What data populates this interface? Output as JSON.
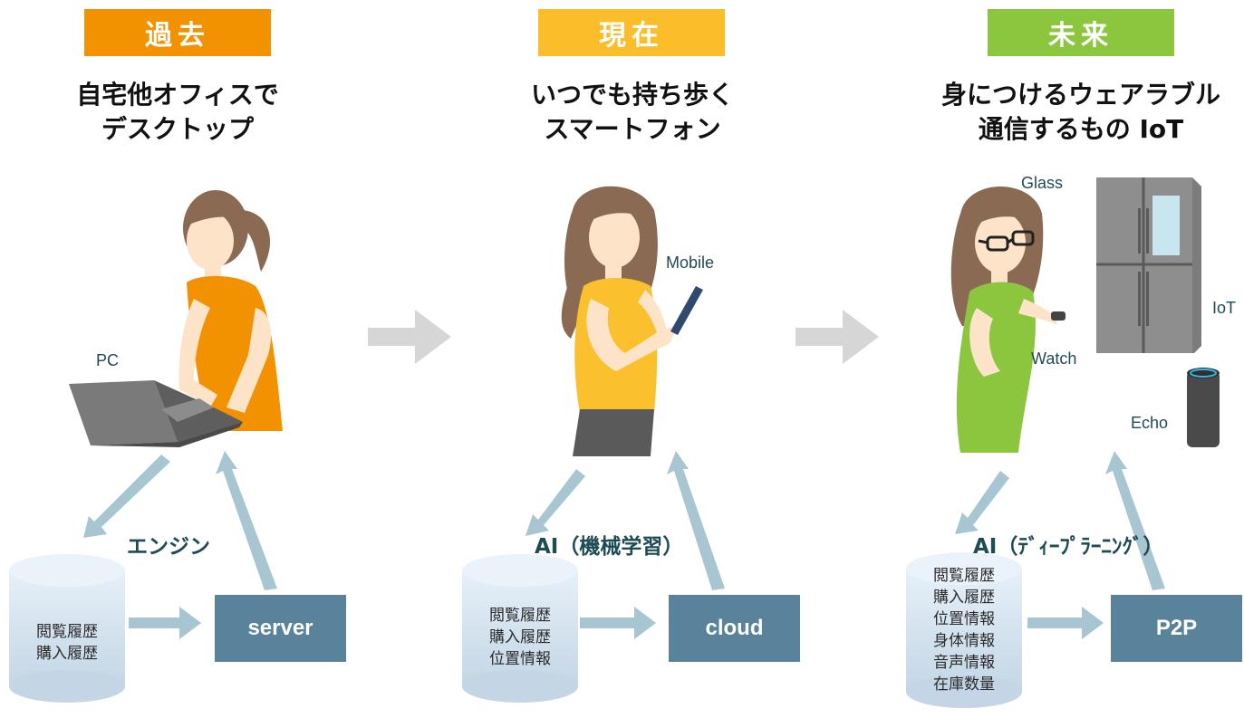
{
  "columns": [
    {
      "badge": "過去",
      "heading": [
        "自宅他オフィスで",
        "デスクトップ"
      ],
      "device_label": "PC",
      "engine": "エンジン",
      "database_items": [
        "閲覧履歴",
        "購入履歴"
      ],
      "destination": "server"
    },
    {
      "badge": "現在",
      "heading": [
        "いつでも持ち歩く",
        "スマートフォン"
      ],
      "device_label": "Mobile",
      "engine": "AI（機械学習）",
      "database_items": [
        "閲覧履歴",
        "購入履歴",
        "位置情報"
      ],
      "destination": "cloud"
    },
    {
      "badge": "未来",
      "heading": [
        "身につけるウェアラブル",
        "通信するもの IoT"
      ],
      "device_labels": {
        "glass": "Glass",
        "watch": "Watch",
        "iot": "IoT",
        "echo": "Echo"
      },
      "engine": "AI（ﾃﾞｨｰﾌﾟﾗｰﾆﾝｸﾞ）",
      "database_items": [
        "閲覧履歴",
        "購入履歴",
        "位置情報",
        "身体情報",
        "音声情報",
        "在庫数量"
      ],
      "destination": "P2P"
    }
  ],
  "colors": {
    "past": "#f39200",
    "present": "#fbc02d",
    "future": "#8cc63f",
    "box": "#58839a",
    "arrow": "#a7c6d2",
    "transition_arrow": "#d6d6d6"
  },
  "icons": [
    "woman-laptop-illustration",
    "woman-smartphone-illustration",
    "woman-wearables-illustration",
    "refrigerator-icon",
    "smart-speaker-icon",
    "database-cylinder-icon"
  ]
}
